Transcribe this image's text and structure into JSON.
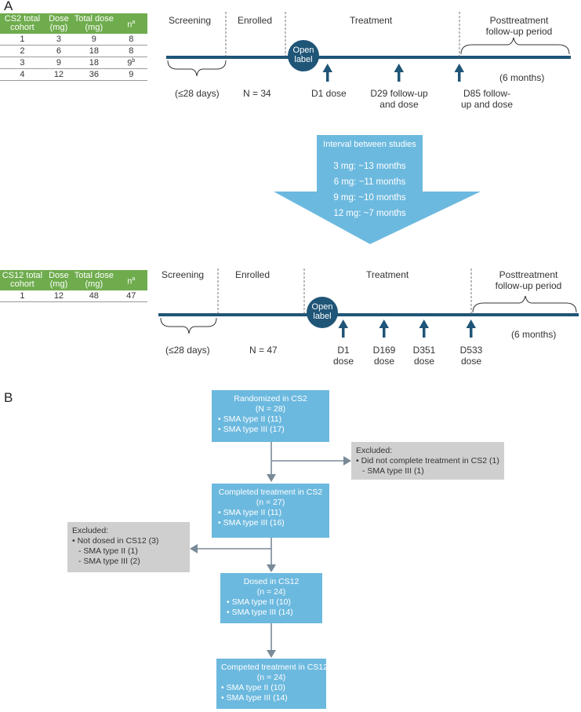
{
  "panelA": {
    "letter": "A",
    "cs2": {
      "headers": [
        "CS2 total cohort",
        "Dose (mg)",
        "Total dose (mg)",
        "n"
      ],
      "header_sup": "a",
      "rows": [
        [
          "1",
          "3",
          "9",
          "8"
        ],
        [
          "2",
          "6",
          "18",
          "8"
        ],
        [
          "3",
          "9",
          "18",
          "9"
        ],
        [
          "4",
          "12",
          "36",
          "9"
        ]
      ],
      "row3_sup": "b"
    },
    "timeline1": {
      "screening": "Screening",
      "enrolled": "Enrolled",
      "treatment": "Treatment",
      "posttreatment": "Posttreatment follow-up period",
      "screen_days": "(≤28 days)",
      "n": "N = 34",
      "open_label": "Open label",
      "d1": "D1 dose",
      "d29": "D29 follow-up and dose",
      "d85": "D85 follow-up and dose",
      "months": "(6 months)"
    },
    "interval": {
      "title": "Interval between studies",
      "lines": [
        "3 mg: ~13 months",
        "6 mg: ~11 months",
        "9 mg: ~10 months",
        "12 mg: ~7 months"
      ]
    },
    "cs12": {
      "headers": [
        "CS12 total cohort",
        "Dose (mg)",
        "Total dose (mg)",
        "n"
      ],
      "header_sup": "a",
      "rows": [
        [
          "1",
          "12",
          "48",
          "47"
        ]
      ]
    },
    "timeline2": {
      "screening": "Screening",
      "enrolled": "Enrolled",
      "treatment": "Treatment",
      "posttreatment": "Posttreatment follow-up period",
      "screen_days": "(≤28 days)",
      "n": "N = 47",
      "open_label": "Open label",
      "doses": [
        "D1 dose",
        "D169 dose",
        "D351 dose",
        "D533 dose"
      ],
      "months": "(6 months)"
    }
  },
  "panelB": {
    "letter": "B",
    "randomized": {
      "title": "Randomized in CS2",
      "n": "(N = 28)",
      "items": [
        "• SMA type II (11)",
        "• SMA type III (17)"
      ]
    },
    "excluded1": {
      "title": "Excluded:",
      "line1": "• Did not complete treatment in CS2 (1)",
      "line2": "- SMA type III (1)"
    },
    "completed_cs2": {
      "title": "Completed treatment in CS2",
      "n": "(n = 27)",
      "items": [
        "• SMA type II (11)",
        "• SMA type III (16)"
      ]
    },
    "excluded2": {
      "title": "Excluded:",
      "line1": "• Not dosed in CS12 (3)",
      "line2": "- SMA type II (1)",
      "line3": "- SMA type III (2)"
    },
    "dosed": {
      "title": "Dosed in CS12",
      "n": "(n = 24)",
      "items": [
        "• SMA type II (10)",
        "• SMA type III (14)"
      ]
    },
    "competed": {
      "title": "Competed treatment in CS12",
      "n": "(n = 24)",
      "items": [
        "• SMA type II (10)",
        "• SMA type III (14)"
      ]
    }
  },
  "colors": {
    "table_header": "#6fac4d",
    "timeline": "#1f5577",
    "flow_box": "#6cb9df",
    "excluded_box": "#cfcfcf",
    "arrow": "#7a8a99"
  }
}
